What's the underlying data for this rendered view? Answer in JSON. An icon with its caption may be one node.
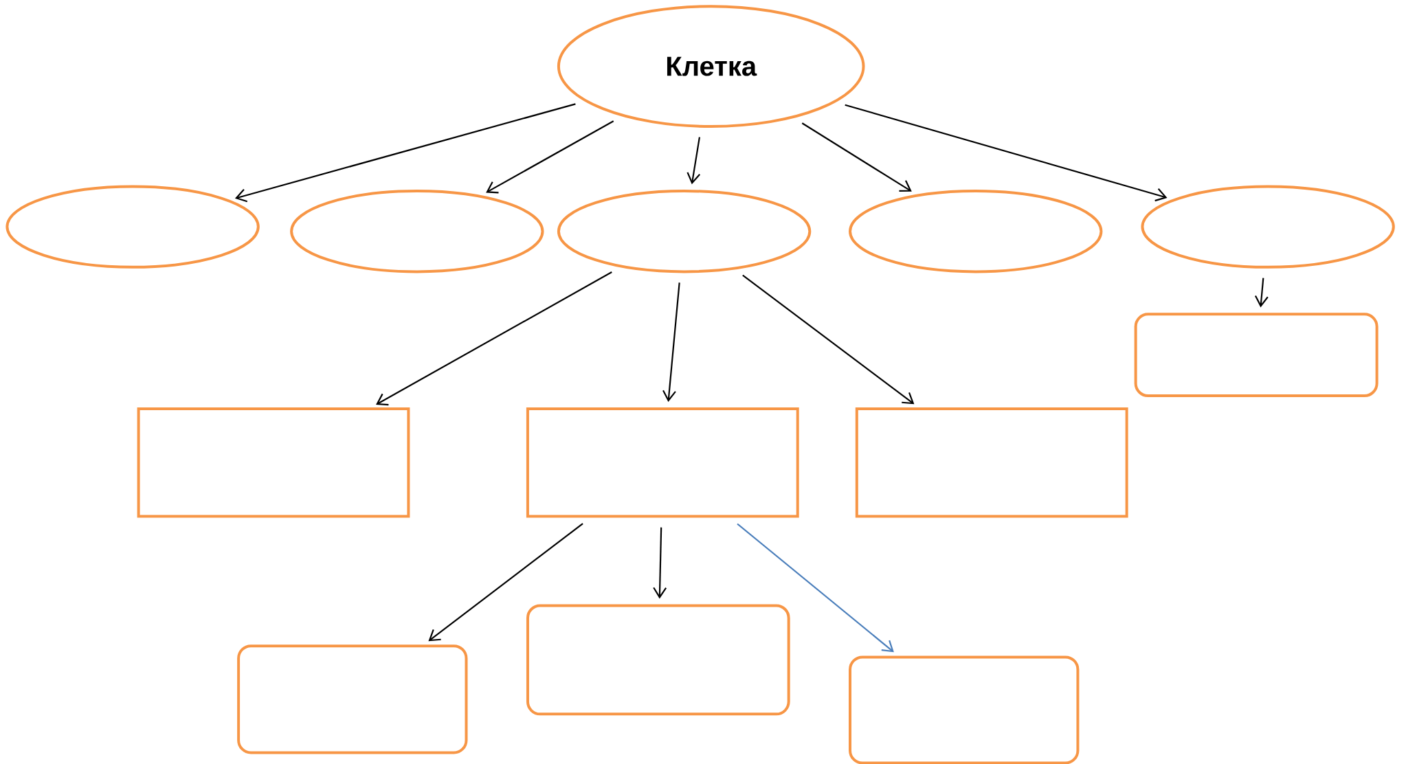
{
  "diagram": {
    "nodes": [
      {
        "text": [
          "Клетка"
        ]
      },
      {
        "text": [],
        "shape": "ellipse"
      },
      {
        "text": [],
        "shape": "ellipse"
      },
      {
        "text": [],
        "shape": "ellipse"
      },
      {
        "text": [],
        "shape": "ellipse"
      },
      {
        "text": [],
        "shape": "ellipse"
      },
      {
        "text": [],
        "shape": "rounded-box"
      },
      {
        "text": [],
        "shape": "box"
      },
      {
        "text": [],
        "shape": "box"
      },
      {
        "text": [],
        "shape": "box"
      },
      {
        "text": [],
        "shape": "rounded-box"
      },
      {
        "text": [],
        "shape": "rounded-box"
      },
      {
        "text": [],
        "shape": "rounded-box"
      }
    ],
    "edges": [
      {
        "from": 0,
        "to": 1,
        "arrow": "to"
      },
      {
        "from": 0,
        "to": 2,
        "arrow": "to"
      },
      {
        "from": 0,
        "to": 3,
        "arrow": "to"
      },
      {
        "from": 0,
        "to": 4,
        "arrow": "to"
      },
      {
        "from": 0,
        "to": 5,
        "arrow": "to"
      },
      {
        "from": 5,
        "to": 6,
        "arrow": "to"
      },
      {
        "from": 3,
        "to": 7,
        "arrow": "to"
      },
      {
        "from": 3,
        "to": 8,
        "arrow": "to"
      },
      {
        "from": 3,
        "to": 9,
        "arrow": "to"
      },
      {
        "from": 8,
        "to": 10,
        "arrow": "to"
      },
      {
        "from": 8,
        "to": 11,
        "arrow": "to"
      },
      {
        "from": 8,
        "to": 12,
        "arrow": "to",
        "color": "#4a7ebb"
      }
    ]
  }
}
